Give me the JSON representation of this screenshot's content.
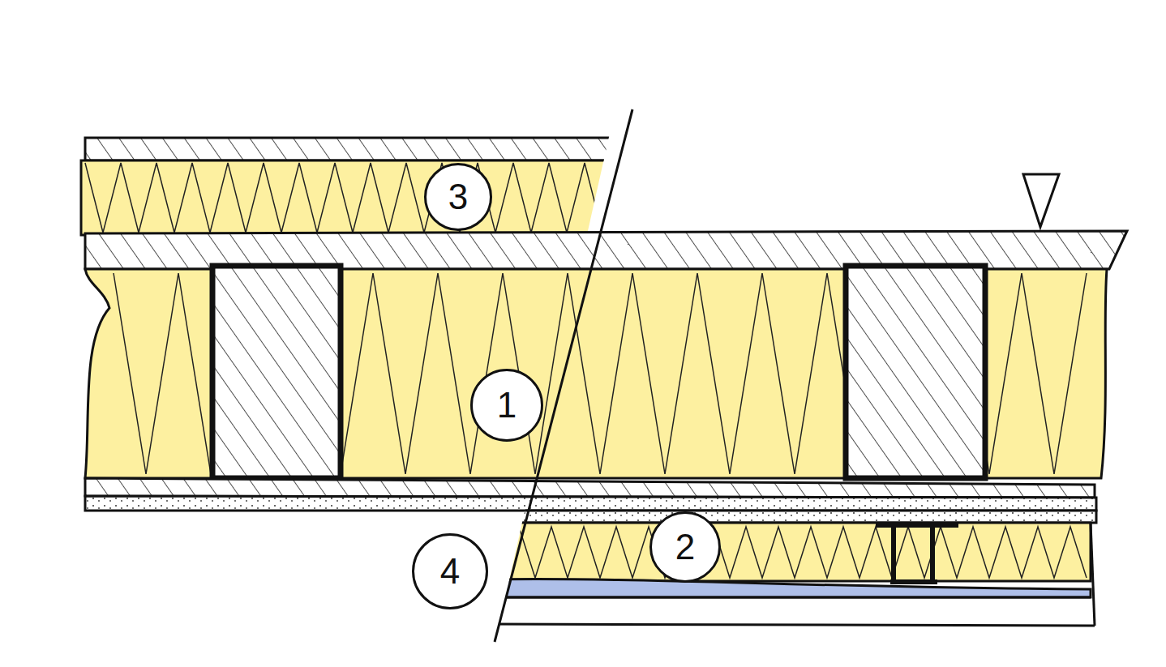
{
  "diagram": {
    "nodes": [
      {
        "text": [
          "3"
        ]
      },
      {
        "text": [
          "1"
        ]
      },
      {
        "text": [
          "4"
        ]
      },
      {
        "text": [
          "2"
        ]
      }
    ]
  }
}
